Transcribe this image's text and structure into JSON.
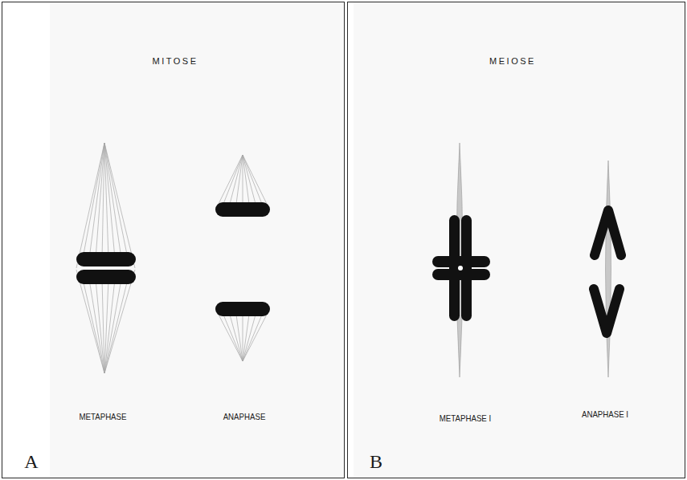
{
  "diagram": {
    "nodes": [
      {
        "text": [
          "MITOSE",
          "METAPHASE",
          "ANAPHASE",
          "A"
        ]
      },
      {
        "text": [
          "MEIOSE",
          "METAPHASE I",
          "ANAPHASE I",
          "B"
        ]
      }
    ]
  }
}
